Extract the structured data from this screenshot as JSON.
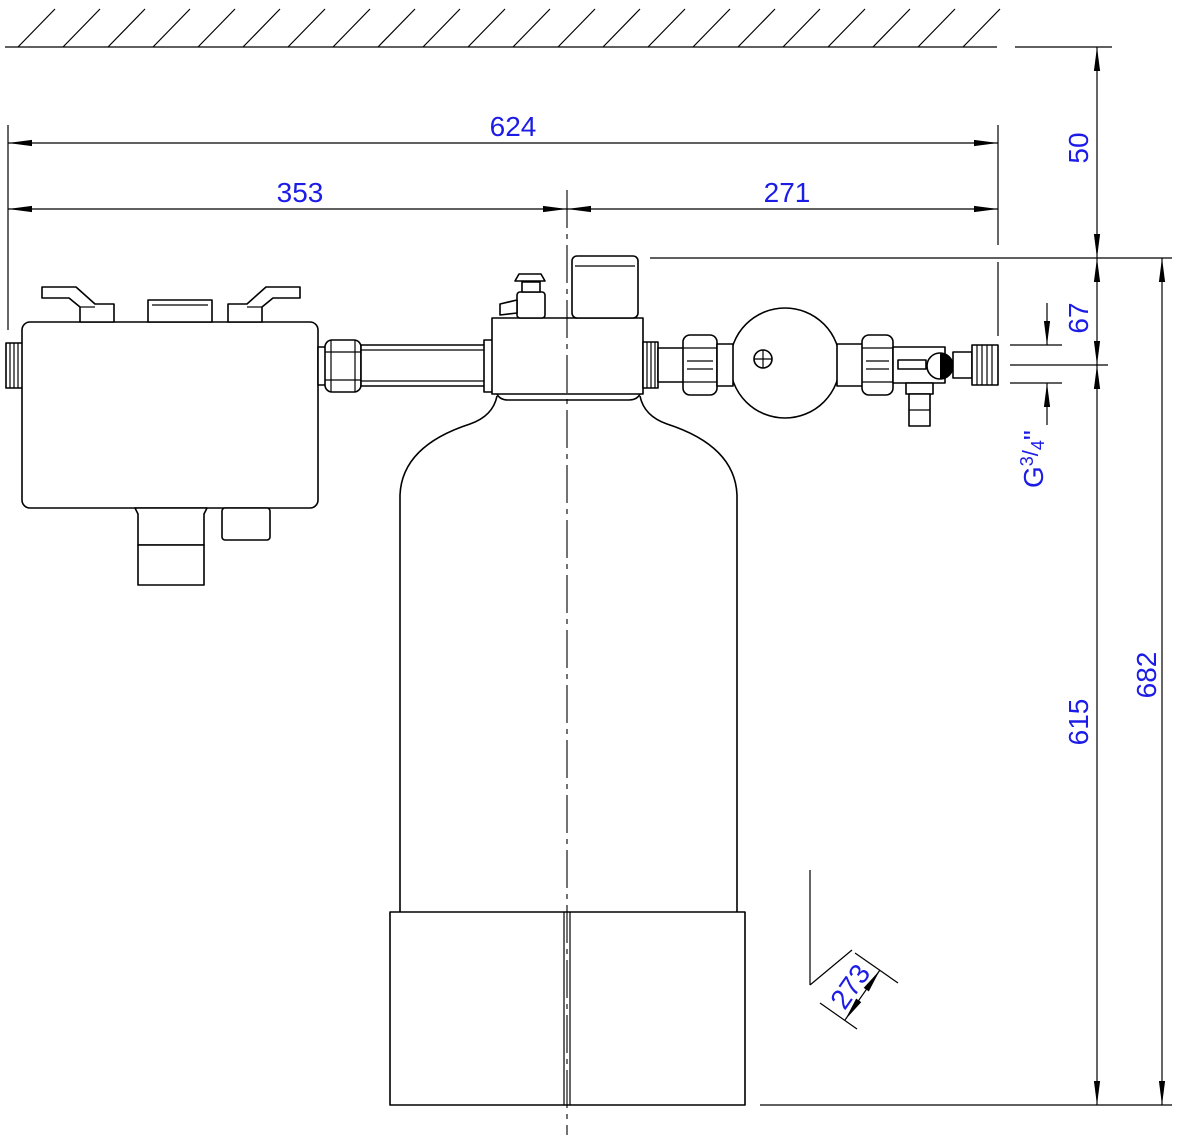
{
  "dimensions": {
    "overall_width": "624",
    "left_span": "353",
    "right_span": "271",
    "top_clearance": "50",
    "axis_offset": "67",
    "axis_height": "615",
    "overall_height": "682",
    "tank_diameter": "273"
  },
  "thread": {
    "prefix": "G",
    "numerator": "3",
    "slash": "/",
    "denominator": "4",
    "inch_mark": "\""
  },
  "colors": {
    "line": "#000000",
    "dimension_text": "#1c1ce6"
  }
}
